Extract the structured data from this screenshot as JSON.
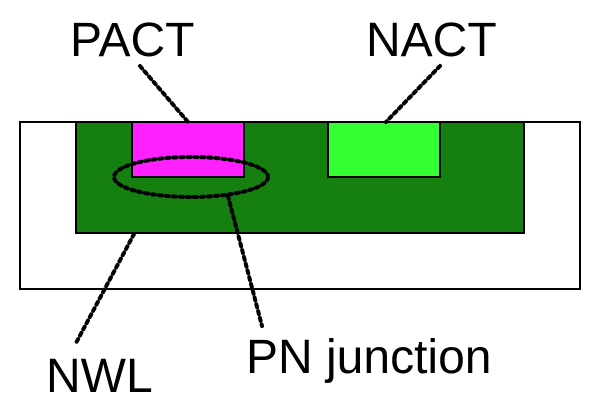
{
  "labels": {
    "pact": "PACT",
    "nact": "NACT",
    "nwl": "NWL",
    "pn_junction": "PN junction"
  },
  "colors": {
    "substrate_fill": "#ffffff",
    "substrate_stroke": "#000000",
    "nwell": "#15800f",
    "pact": "#ff20ff",
    "nact": "#33ff33",
    "leader_line": "#000000",
    "junction_outline": "#000000"
  }
}
